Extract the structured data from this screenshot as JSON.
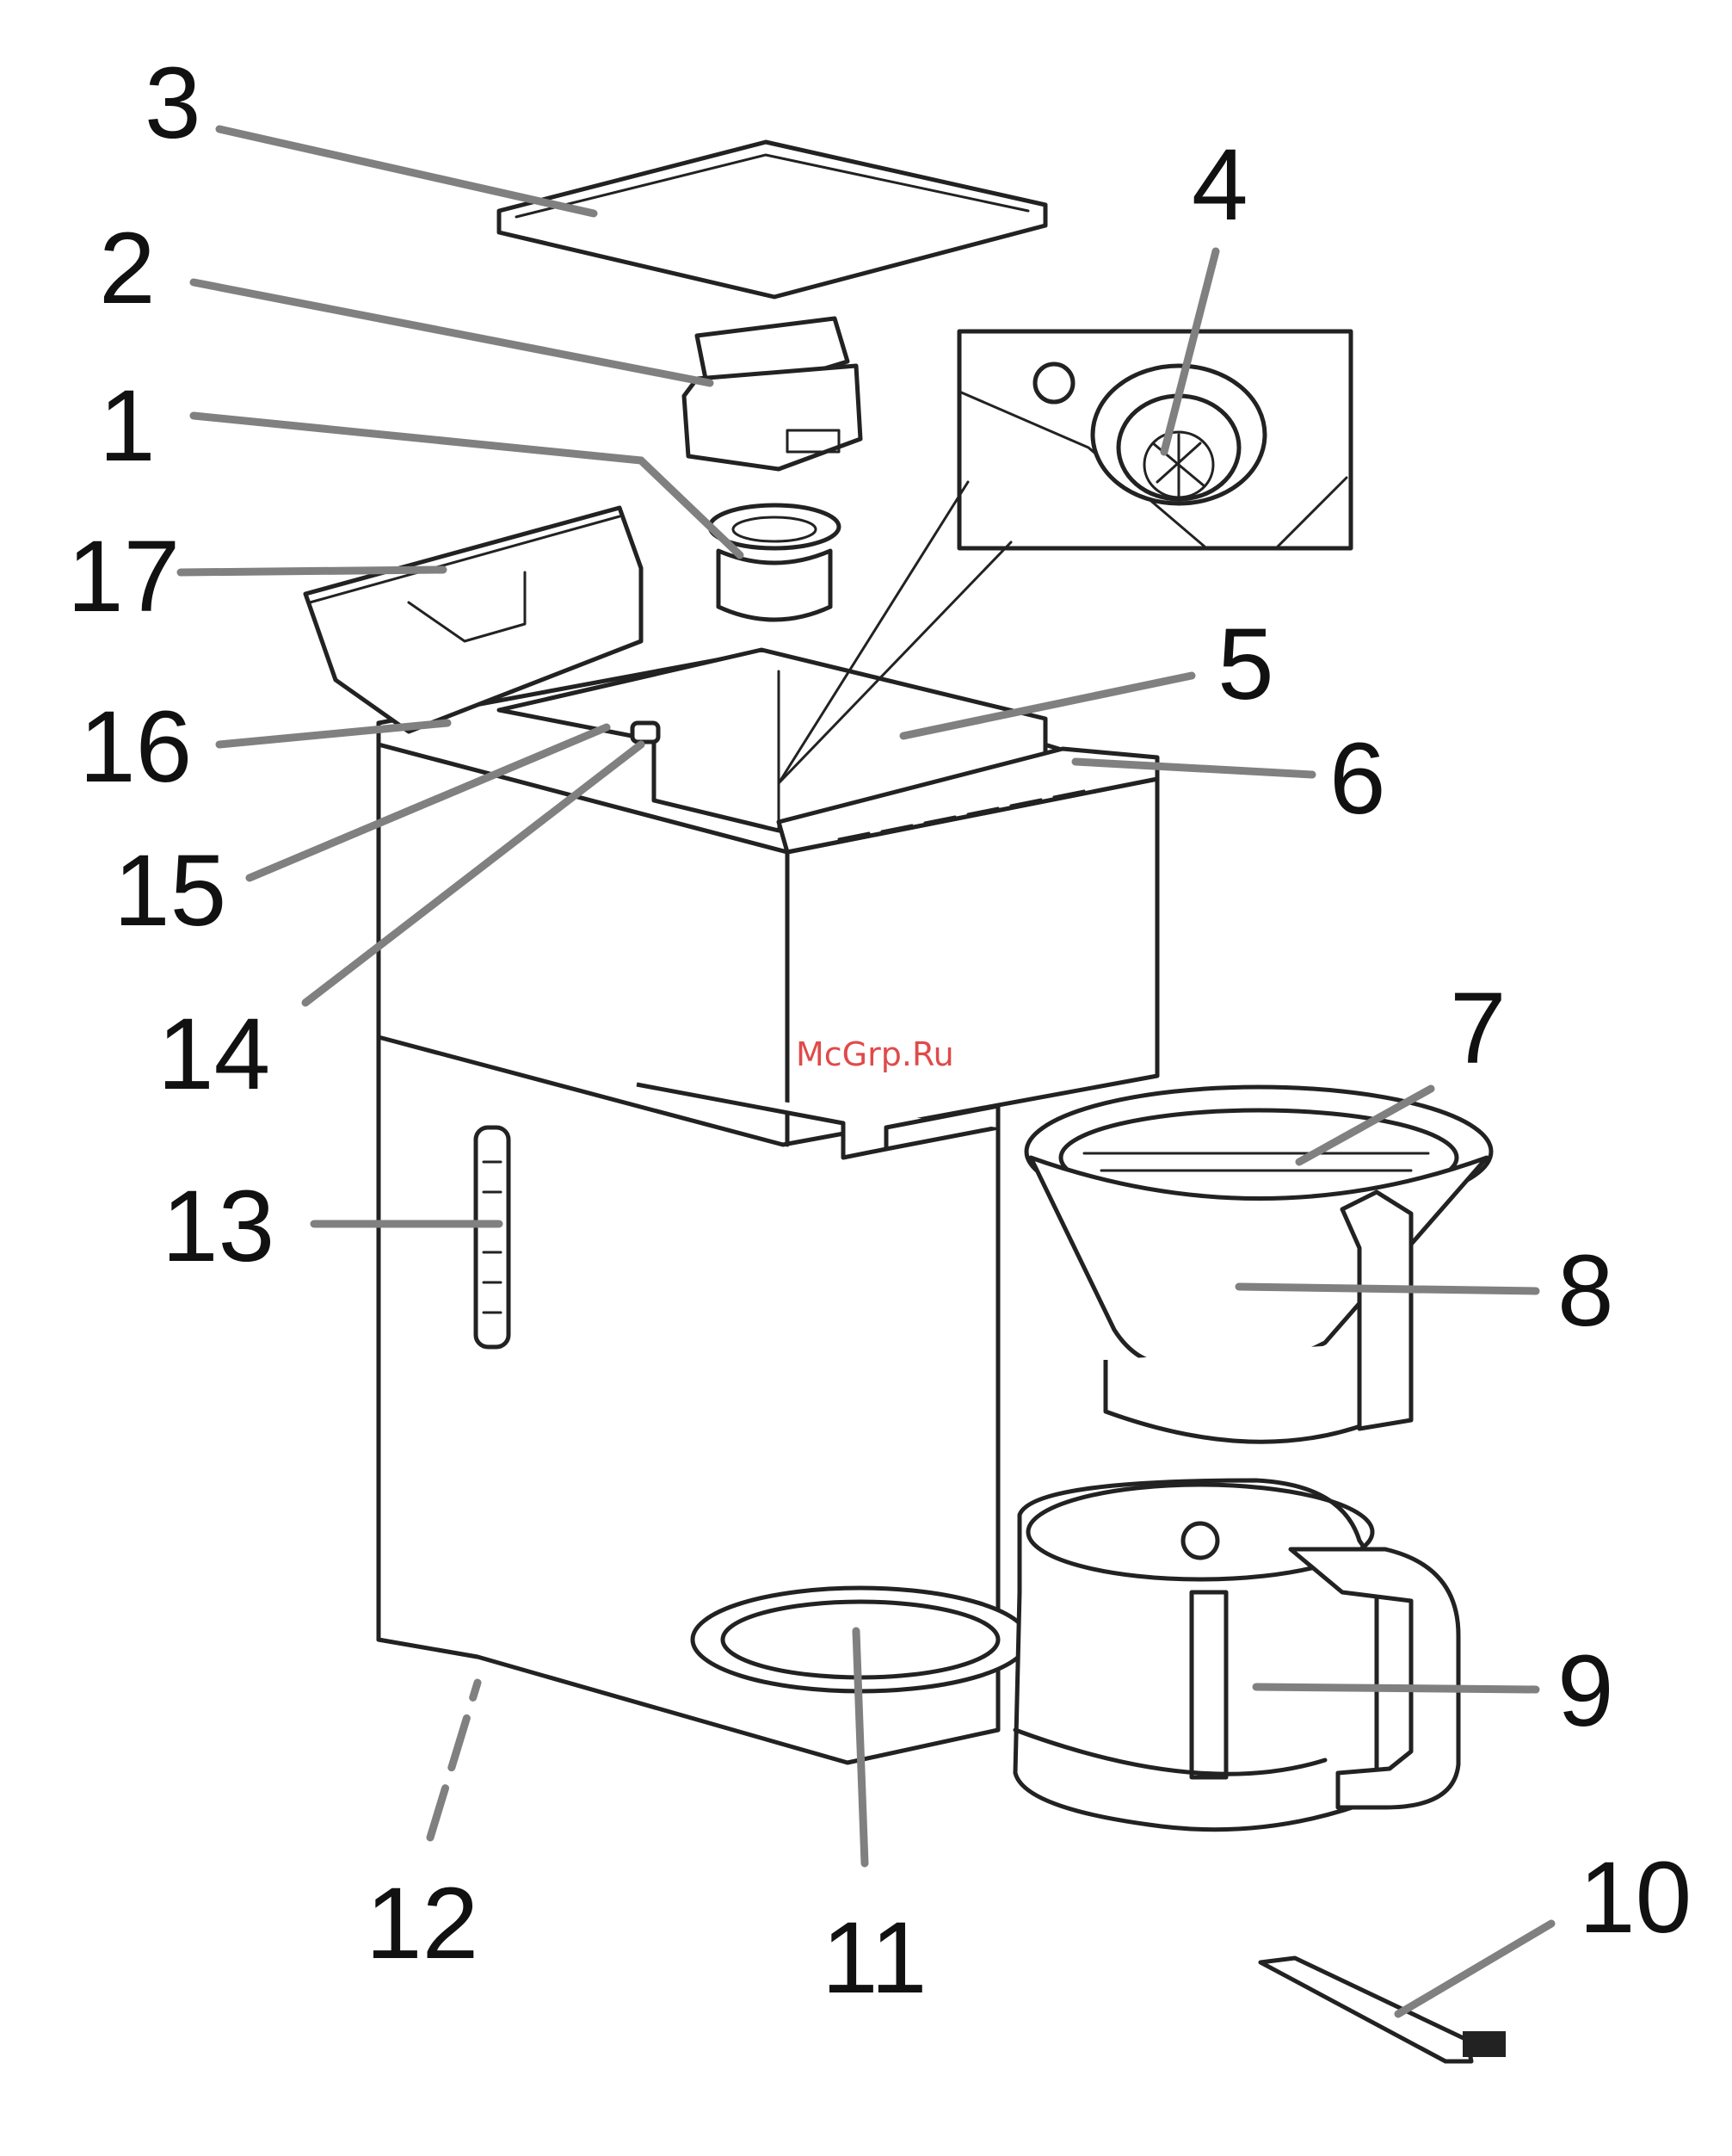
{
  "watermark": "McGrp.Ru",
  "colors": {
    "outline": "#222222",
    "leader": "#808080",
    "watermark": "#e04a4a",
    "background": "#ffffff"
  },
  "callouts": [
    {
      "id": "1",
      "label": "1"
    },
    {
      "id": "2",
      "label": "2"
    },
    {
      "id": "3",
      "label": "3"
    },
    {
      "id": "4",
      "label": "4"
    },
    {
      "id": "5",
      "label": "5"
    },
    {
      "id": "6",
      "label": "6"
    },
    {
      "id": "7",
      "label": "7"
    },
    {
      "id": "8",
      "label": "8"
    },
    {
      "id": "9",
      "label": "9"
    },
    {
      "id": "10",
      "label": "10"
    },
    {
      "id": "11",
      "label": "11"
    },
    {
      "id": "12",
      "label": "12"
    },
    {
      "id": "13",
      "label": "13"
    },
    {
      "id": "14",
      "label": "14"
    },
    {
      "id": "15",
      "label": "15"
    },
    {
      "id": "16",
      "label": "16"
    },
    {
      "id": "17",
      "label": "17"
    }
  ]
}
